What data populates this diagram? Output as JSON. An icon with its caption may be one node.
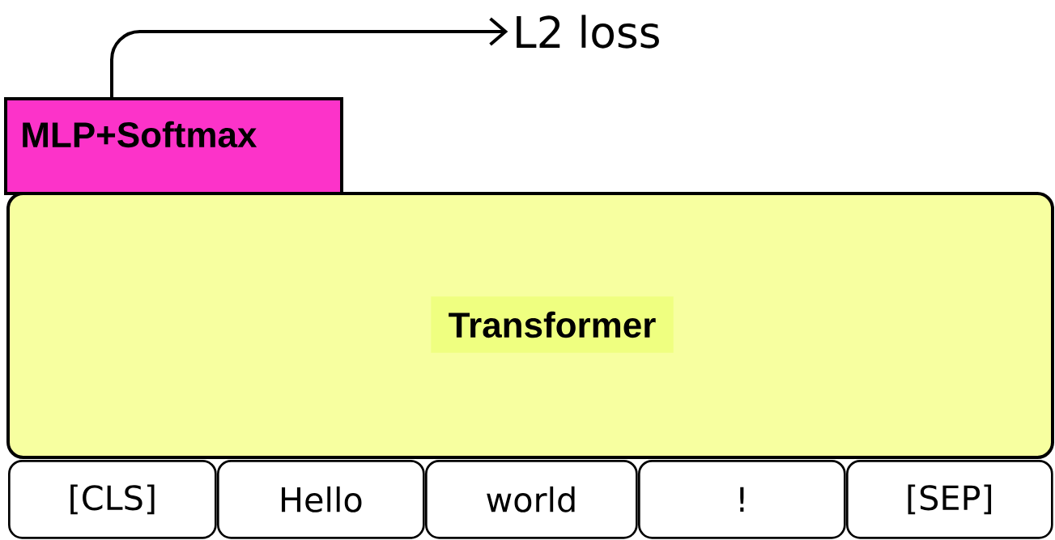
{
  "diagram": {
    "nodes": [
      {
        "text": [
          "L2 loss"
        ]
      },
      {
        "text": [
          "MLP+Softmax"
        ]
      },
      {
        "text": [
          "Transformer"
        ]
      },
      {
        "text": [
          "[CLS]"
        ]
      },
      {
        "text": [
          "Hello"
        ]
      },
      {
        "text": [
          "world"
        ]
      },
      {
        "text": [
          "!"
        ]
      },
      {
        "text": [
          "[SEP]"
        ]
      }
    ],
    "edges": [
      {
        "from": 1,
        "to": 0,
        "arrow": "to"
      }
    ]
  }
}
